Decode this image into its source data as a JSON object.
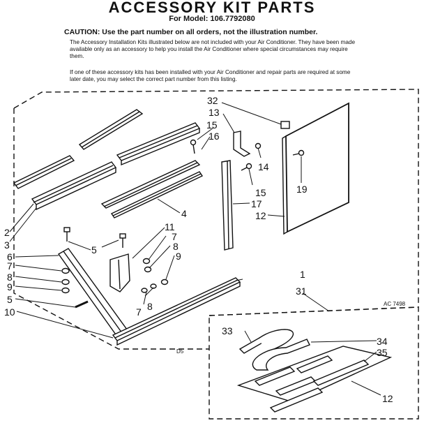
{
  "header": {
    "title": "ACCESSORY KIT PARTS",
    "model": "For Model: 106.7792080",
    "caution": "CAUTION: Use the part number on all orders, not the illustration number.",
    "paragraph1": "The Accessory Installation Kits illustrated below are not included with your Air Conditioner. They have been made available only as an accessory to help you install the Air Conditioner where special circumstances may require them.",
    "paragraph2": "If one of these accessory kits has been installed with your Air Conditioner and repair parts are required at some later date, you may select the correct part number from this listing."
  },
  "diagram": {
    "ref_code": "AC 7498",
    "sheet_mark": "D5",
    "callouts": [
      "32",
      "13",
      "15",
      "16",
      "4",
      "11",
      "7",
      "8",
      "9",
      "5",
      "6",
      "7",
      "8",
      "9",
      "5",
      "10",
      "2",
      "3",
      "14",
      "15",
      "17",
      "12",
      "19",
      "1",
      "31",
      "8",
      "7",
      "33",
      "34",
      "35",
      "12"
    ]
  }
}
